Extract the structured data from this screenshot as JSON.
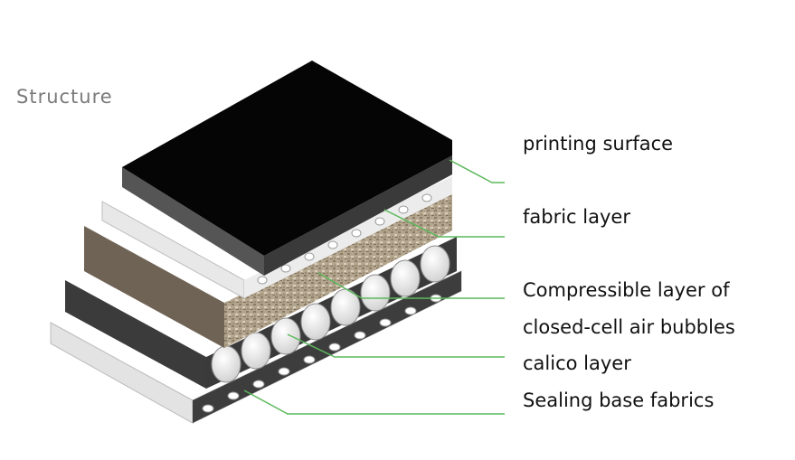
{
  "heading": "Structure",
  "labels": [
    "printing surface",
    "fabric layer",
    "Compressible layer of",
    "closed-cell air bubbles",
    "calico layer",
    "Sealing base fabrics"
  ],
  "colors": {
    "leader_line": "#5cb85c",
    "printing_surface": "#050505",
    "fabric_layer": "#ececec",
    "compressible_layer": "#6f6355",
    "calico_layer": "#3a3a3a",
    "base_fabric": "#f0f0f0"
  }
}
